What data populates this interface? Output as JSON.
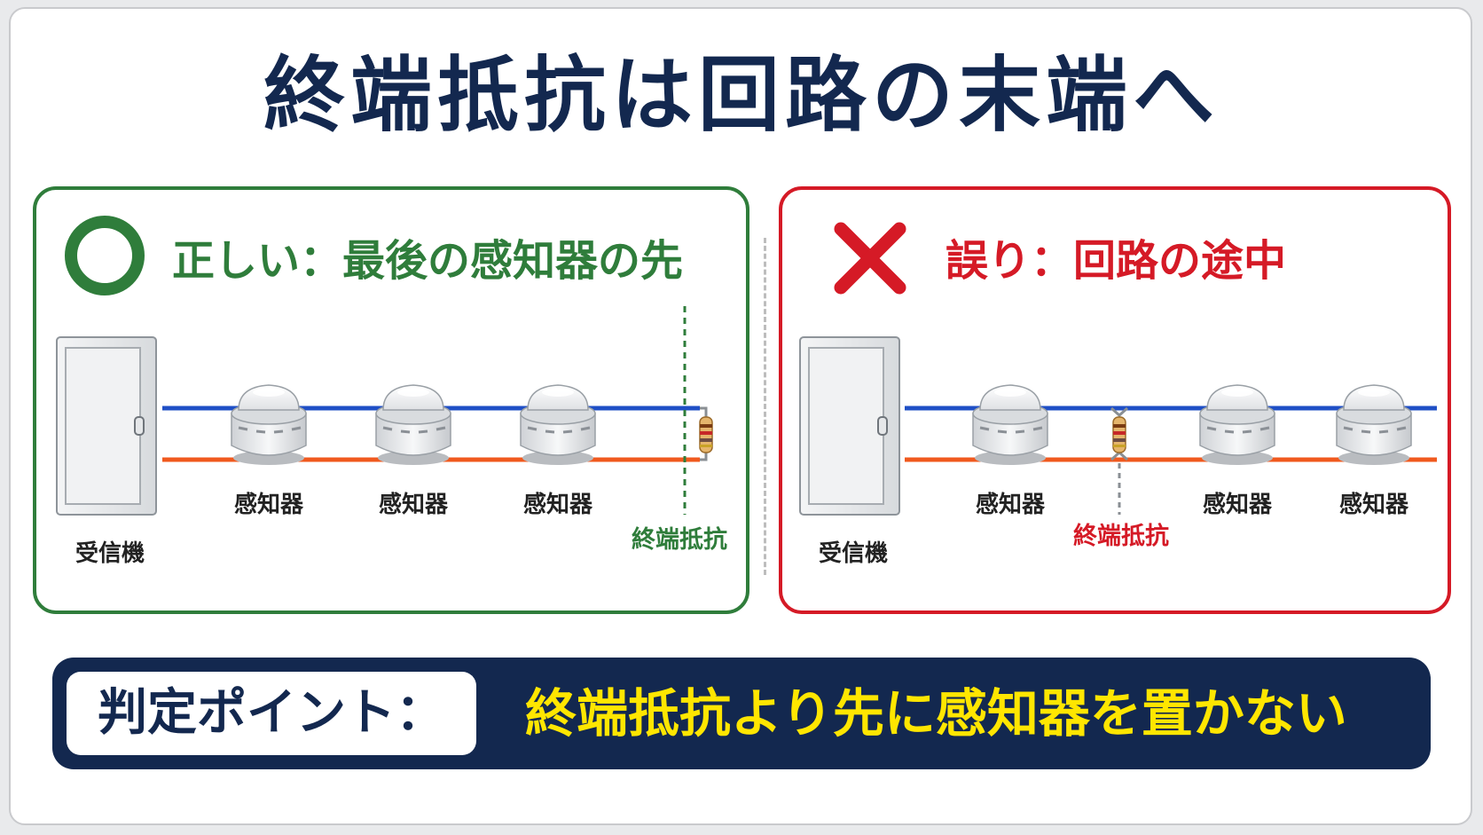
{
  "title": "終端抵抗は回路の末端へ",
  "correct": {
    "heading": "正しい：最後の感知器の先",
    "receiver_label": "受信機",
    "detector_label": "感知器",
    "resistor_label": "終端抵抗"
  },
  "wrong": {
    "heading": "誤り：回路の途中",
    "receiver_label": "受信機",
    "detector_label": "感知器",
    "resistor_label": "終端抵抗"
  },
  "point": {
    "label": "判定ポイント：",
    "text": "終端抵抗より先に感知器を置かない"
  },
  "colors": {
    "title": "#13284f",
    "correct": "#2f7d3b",
    "wrong": "#d51a26",
    "wire_top": "#1f4fc6",
    "wire_bottom": "#f0591e",
    "highlight": "#ffe600"
  },
  "icons": {
    "correct_mark": "circle-mark-icon",
    "wrong_mark": "cross-mark-icon"
  }
}
